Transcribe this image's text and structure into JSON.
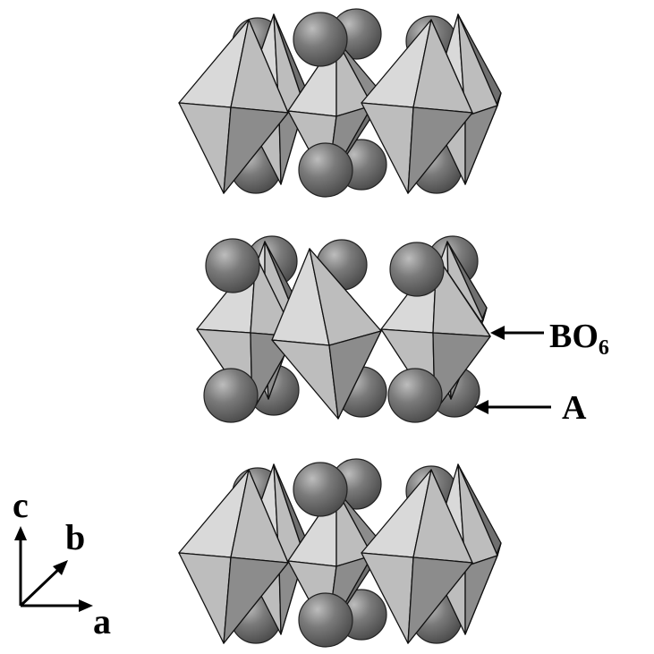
{
  "diagram": {
    "labels": {
      "bo6": "BO",
      "bo6_subscript": "6",
      "a_site": "A"
    },
    "axes": {
      "c": "c",
      "b": "b",
      "a": "a"
    },
    "layers": [
      "top-layer",
      "middle-layer",
      "bottom-layer"
    ],
    "colors": {
      "octahedron_light": "#d9d9d9",
      "octahedron_mid": "#bdbdbd",
      "octahedron_dark": "#8c8c8c",
      "octahedron_darkest": "#6f6f6f",
      "sphere": "#6e6e6e",
      "line": "#000000"
    }
  }
}
